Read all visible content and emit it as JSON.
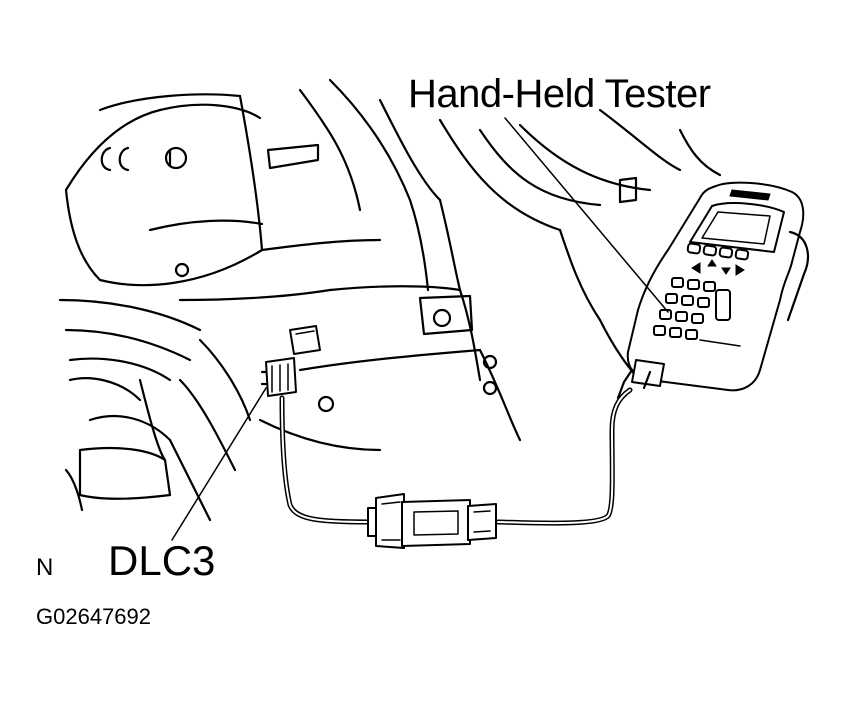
{
  "labels": {
    "tester": "Hand-Held Tester",
    "dlc3": "DLC3",
    "view_letter": "N",
    "figure_id": "G02647692"
  }
}
